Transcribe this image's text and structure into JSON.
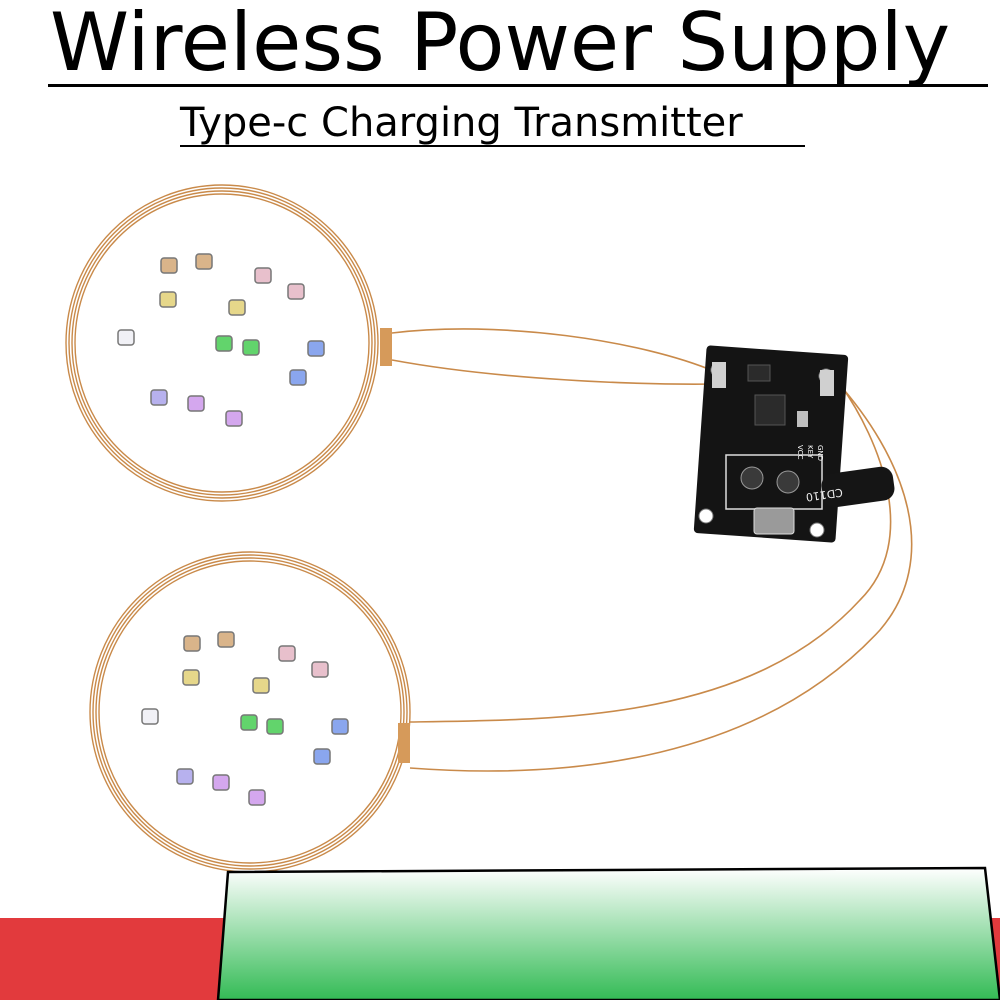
{
  "header": {
    "title": "Wireless Power Supply",
    "subtitle": "Type-c Charging Transmitter"
  },
  "board": {
    "chip_label": "CD110",
    "pin_labels": [
      "GND",
      "KEY",
      "VCC"
    ]
  },
  "colors": {
    "coil": "#c98a4a",
    "board": "#141414",
    "footer_red": "#e23a3d",
    "footer_green": "#3cc25a"
  }
}
